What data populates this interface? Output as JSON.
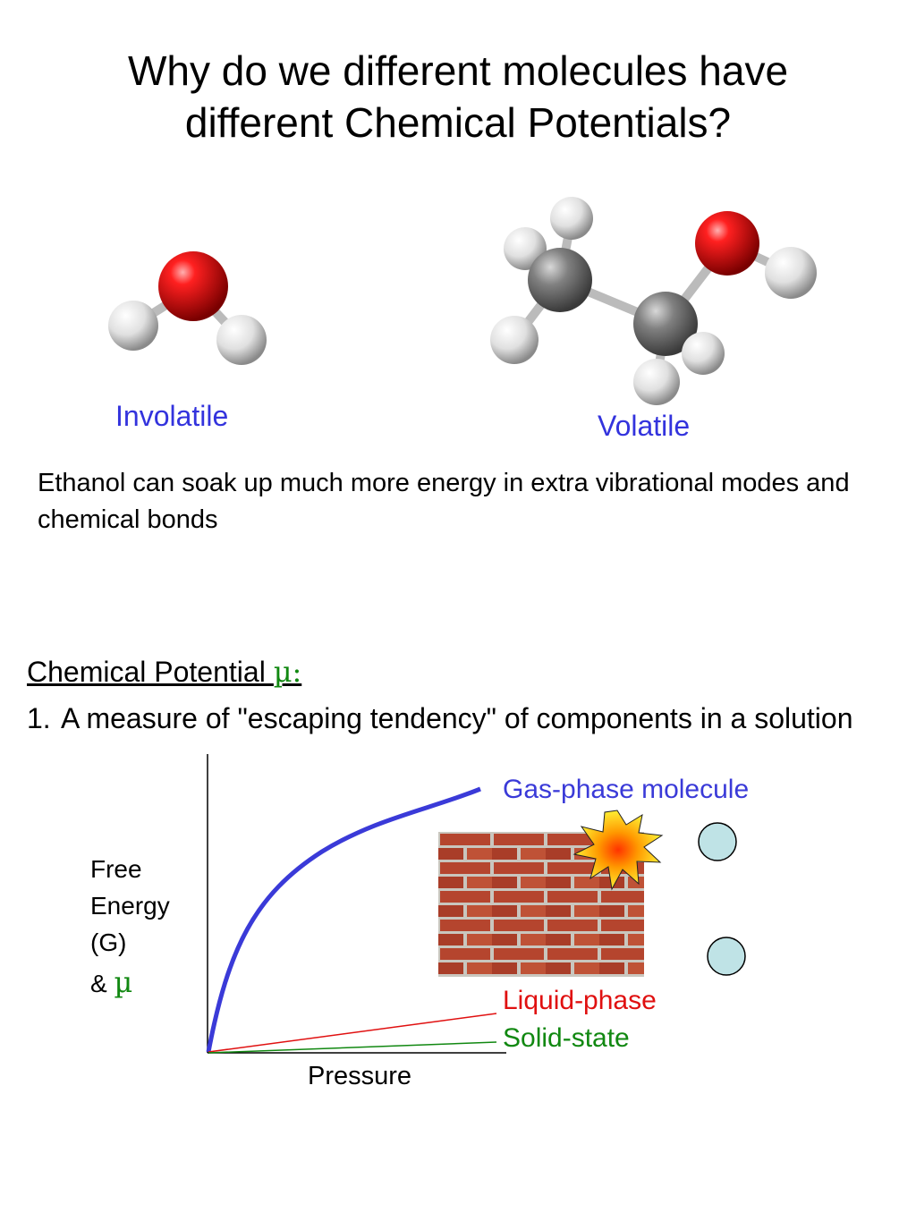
{
  "title": {
    "line1": "Why do we different molecules have",
    "line2": "different Chemical Potentials?"
  },
  "molecules": {
    "water_label": "Involatile",
    "ethanol_label": "Volatile"
  },
  "body_text": "Ethanol can soak up much more energy in extra vibrational modes and chemical bonds",
  "chemical_potential": {
    "heading": "Chemical Potential ",
    "symbol": "µ",
    "colon": ":",
    "point_number": "1.",
    "point_text": "A measure of \"escaping tendency\" of components in a solution"
  },
  "graph": {
    "ylabel_lines": [
      "Free",
      "Energy",
      "(G)"
    ],
    "ylabel_amp": "& ",
    "ylabel_symbol": "µ",
    "xlabel": "Pressure",
    "gas_label": "Gas-phase molecule",
    "liquid_label": "Liquid-phase",
    "solid_label": "Solid-state"
  },
  "colors": {
    "label_blue": "#3333dd",
    "gas_curve": "#3a3ad8",
    "liquid": "#e01010",
    "solid": "#118811",
    "mu": "#118811",
    "oxygen": "#dd0000",
    "carbon": "#707070",
    "hydrogen": "#e8e8e8",
    "brick": "#b5452e",
    "mortar": "#c9c6be",
    "bubble": "#bfe3e6"
  }
}
